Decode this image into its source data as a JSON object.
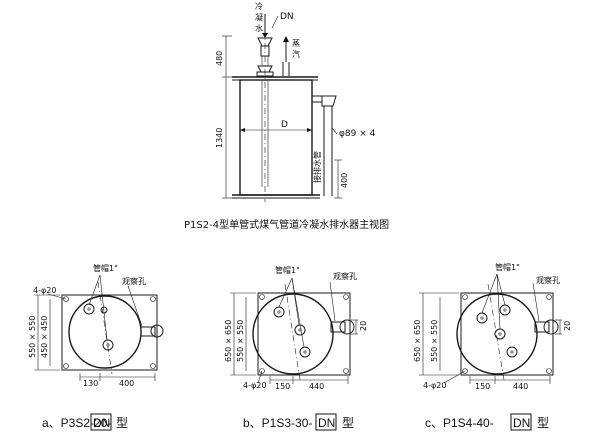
{
  "elevation": {
    "cold_water_label": "冷凝水",
    "dn_label": "DN",
    "steam_label": "蒸汽",
    "dim_480": "480",
    "dim_1340": "1340",
    "diameter_d": "D",
    "phi89": "φ89 × 4",
    "drain_pipe_label": "接排水管",
    "dim_400": "400"
  },
  "main_caption": "P1S2-4型单管式煤气管道冷凝水排水器主视图",
  "plans": [
    {
      "cap_label": "管帽1\"",
      "observe_label": "观察孔",
      "bolt_label": "4-φ20",
      "dim_v_outer": "550 × 550",
      "dim_v_inner": "450 × 450",
      "dim_h_small": "130",
      "dim_h_large": "400",
      "caption_prefix": "a、P3S2-20-",
      "caption_dn": "DN",
      "caption_suffix": "型"
    },
    {
      "cap_label": "管帽1\"",
      "observe_label": "观察孔",
      "bolt_label": "4-φ20",
      "dim_v_outer": "650 × 650",
      "dim_v_inner": "550 × 550",
      "dim_h_small": "150",
      "dim_h_large": "440",
      "side_dim": "20",
      "caption_prefix": "b、P1S3-30-",
      "caption_dn": "DN",
      "caption_suffix": "型"
    },
    {
      "cap_label": "管帽1\"",
      "observe_label": "观察孔",
      "bolt_label": "4-φ20",
      "dim_v_outer": "650 × 650",
      "dim_v_inner": "550 × 550",
      "dim_h_small": "150",
      "dim_h_large": "440",
      "side_dim": "20",
      "caption_prefix": "c、P1S4-40-",
      "caption_dn": "DN",
      "caption_suffix": "型"
    }
  ]
}
